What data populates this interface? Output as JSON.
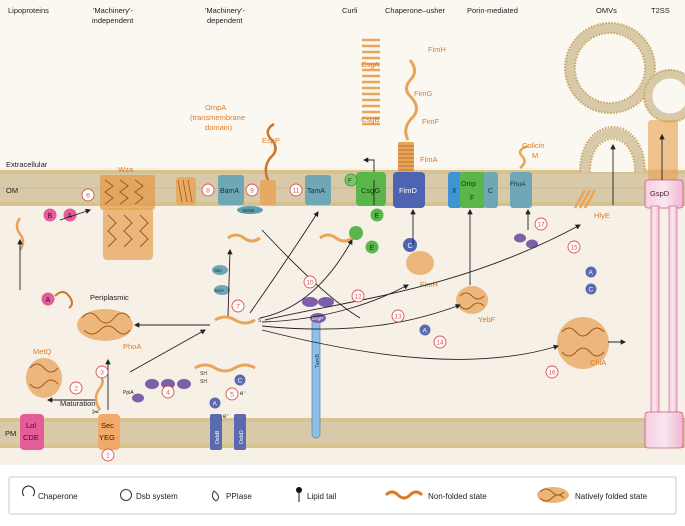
{
  "column_headers": {
    "lipoproteins": "Lipoproteins",
    "machinery_independent_1": "'Machinery'-",
    "machinery_independent_2": "independent",
    "machinery_dependent_1": "'Machinery'-",
    "machinery_dependent_2": "dependent",
    "curli": "Curli",
    "chaperone_usher": "Chaperone–usher",
    "porin": "Porin-mediated",
    "omvs": "OMVs",
    "t2ss": "T2SS"
  },
  "compartments": {
    "extracellular": "Extracellular",
    "om": "OM",
    "periplasmic": "Periplasmic",
    "pm": "PM"
  },
  "proteins": {
    "wza": "Wza",
    "ompa_1": "OmpA",
    "ompa_2": "(transmembrane",
    "ompa_3": "domain)",
    "espp": "EspP",
    "csga": "CsgA",
    "csgb": "CsgB",
    "fimh_top": "FimH",
    "fimg": "FimG",
    "fimf": "FimF",
    "fima": "FimA",
    "colicin_1": "Colicin",
    "colicin_2": "M",
    "bama": "BamA",
    "tama_om": "TamA",
    "csgg": "CsgG",
    "csgf": "F",
    "csge": "E",
    "fimd": "FimD",
    "omp_x": "X",
    "omp": "Omp",
    "omp_f": "F",
    "omp_c": "C",
    "fhua": "FhuA",
    "gspd": "GspD",
    "hlye": "HlyE",
    "bcde": "BcDE",
    "lipo_b": "B",
    "lipo_a": "A",
    "fimh_peri": "FimH",
    "fimc": "C",
    "yebf": "YebF",
    "phoa": "PhoA",
    "meto": "MetQ",
    "chia": "ChiA",
    "dsba": "A",
    "dsbc": "C",
    "dsbb": "DsbB",
    "dsbd": "DsbD",
    "tamb": "TamB",
    "lol_1": "Lol",
    "lol_2": "CDE",
    "sec_1": "Sec",
    "sec_2": "YEG",
    "maturation": "Maturation",
    "ppia": "PpiA",
    "skp": "Skp",
    "sura": "SurA",
    "degp": "DegP",
    "sh": "SH",
    "s": "S",
    "electron": "e⁻"
  },
  "step_numbers": [
    "1",
    "2",
    "3",
    "4",
    "5",
    "6",
    "7",
    "8",
    "9",
    "10",
    "11",
    "12",
    "13",
    "14",
    "15",
    "16",
    "17"
  ],
  "legend": {
    "chaperone": "Chaperone",
    "dsb": "Dsb system",
    "ppiase": "PPIase",
    "lipid": "Lipid tail",
    "nonfolded": "Non-folded state",
    "folded": "Natively folded state"
  },
  "colors": {
    "membrane": "#d8c9a8",
    "head": "#e3cc8c",
    "orange": "#e07b24",
    "pink": "#e45c9a",
    "teal": "#6fa7b6",
    "green": "#5ab64a",
    "blue": "#4e64b3",
    "purple": "#7d5ea8",
    "chaperone": "#a59bc8",
    "step_circle": "#d9534f"
  }
}
